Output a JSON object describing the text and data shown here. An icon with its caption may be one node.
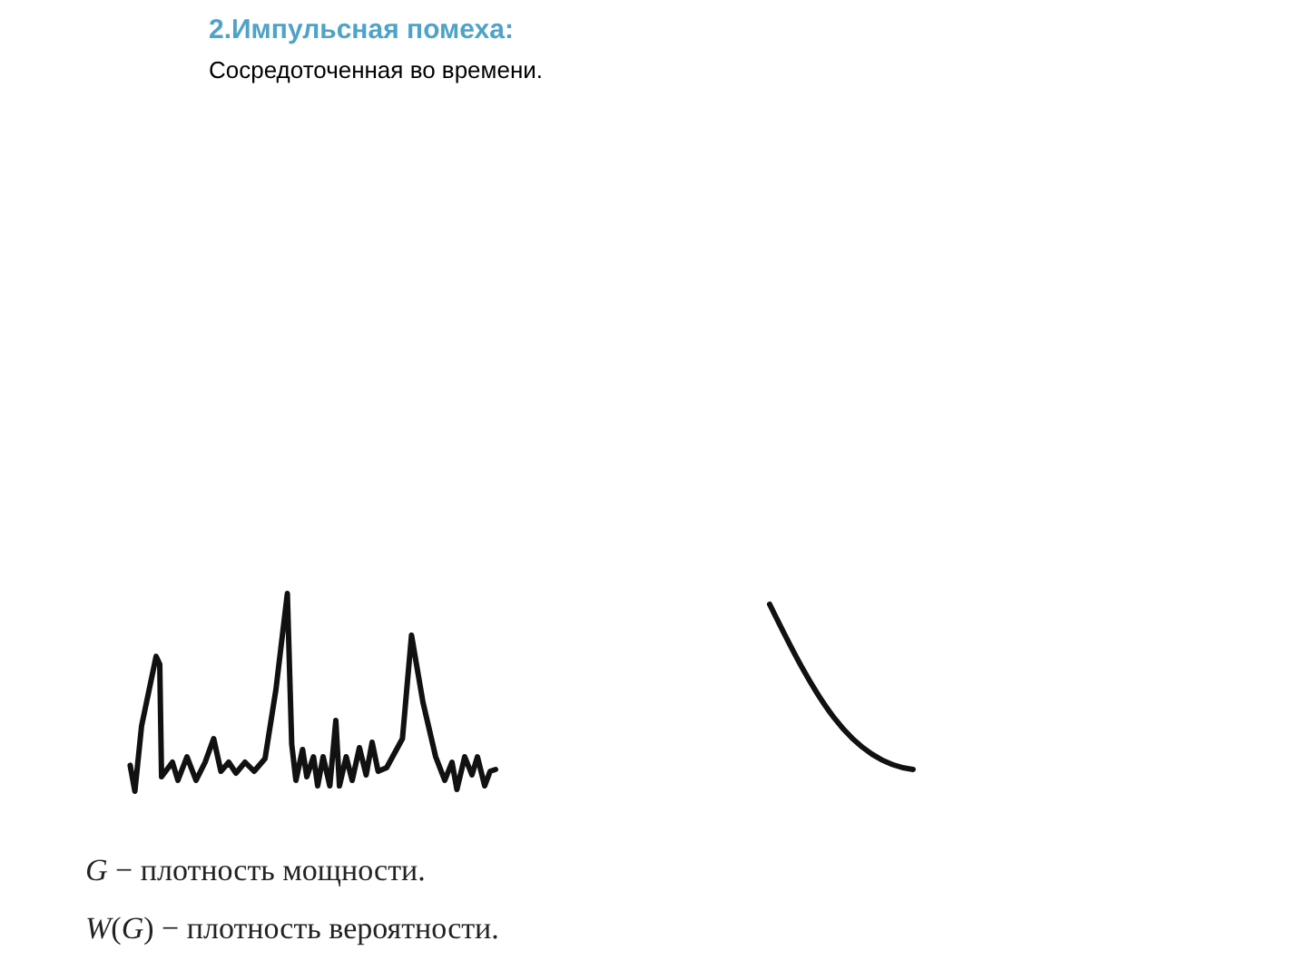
{
  "diagram": {
    "title": "2.Импульсная помеха:",
    "labels": [
      "Сосредоточенная во времени.",
      "*G* − плотность мощности.",
      "*W*(*G*) − плотность вероятности."
    ]
  }
}
